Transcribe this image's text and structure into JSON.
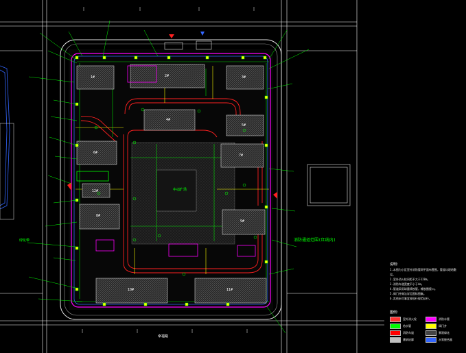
{
  "drawing": {
    "side_label": "消防通道范围(红线内)",
    "road_labels": [
      "幸福路",
      "绿化带"
    ],
    "plaza_label": "中心广场",
    "building_labels": [
      "1#",
      "2#",
      "3#",
      "4#",
      "5#",
      "6#",
      "7#",
      "8#",
      "9#",
      "10#",
      "11#",
      "12#"
    ]
  },
  "notes": {
    "title": "说明：",
    "items": [
      "1.本图为小区室外消防管网平面布置图，管道均埋地敷设。",
      "2.室外消火栓间距不大于120m。",
      "3.消防车道宽度不小于4m。",
      "4.管道采用球墨铸铁管，橡胶圈接口。",
      "5.阀门井做法详见国标图集。",
      "6.其他未尽事宜按现行规范执行。"
    ]
  },
  "legend": {
    "title": "图例：",
    "items": [
      {
        "label": "室外消火栓",
        "color": "#ff3333"
      },
      {
        "label": "消防水管",
        "color": "#ff00ff"
      },
      {
        "label": "给水管",
        "color": "#00ff00"
      },
      {
        "label": "阀门井",
        "color": "#ffff00"
      },
      {
        "label": "消防车道",
        "color": "#ff0000"
      },
      {
        "label": "景观绿化",
        "color": "#444444"
      },
      {
        "label": "建筑轮廓",
        "color": "#c0c0c0"
      },
      {
        "label": "水泵接合器",
        "color": "#3366ff"
      }
    ]
  },
  "colors": {
    "background": "#000000",
    "boundary": "#c0c0c0",
    "annotation": "#00ff00",
    "fire_main": "#ff00ff",
    "road": "#ff2020",
    "building": "#c8c8c8",
    "hydrant": "#ffff00",
    "grid": "#ffffff"
  }
}
